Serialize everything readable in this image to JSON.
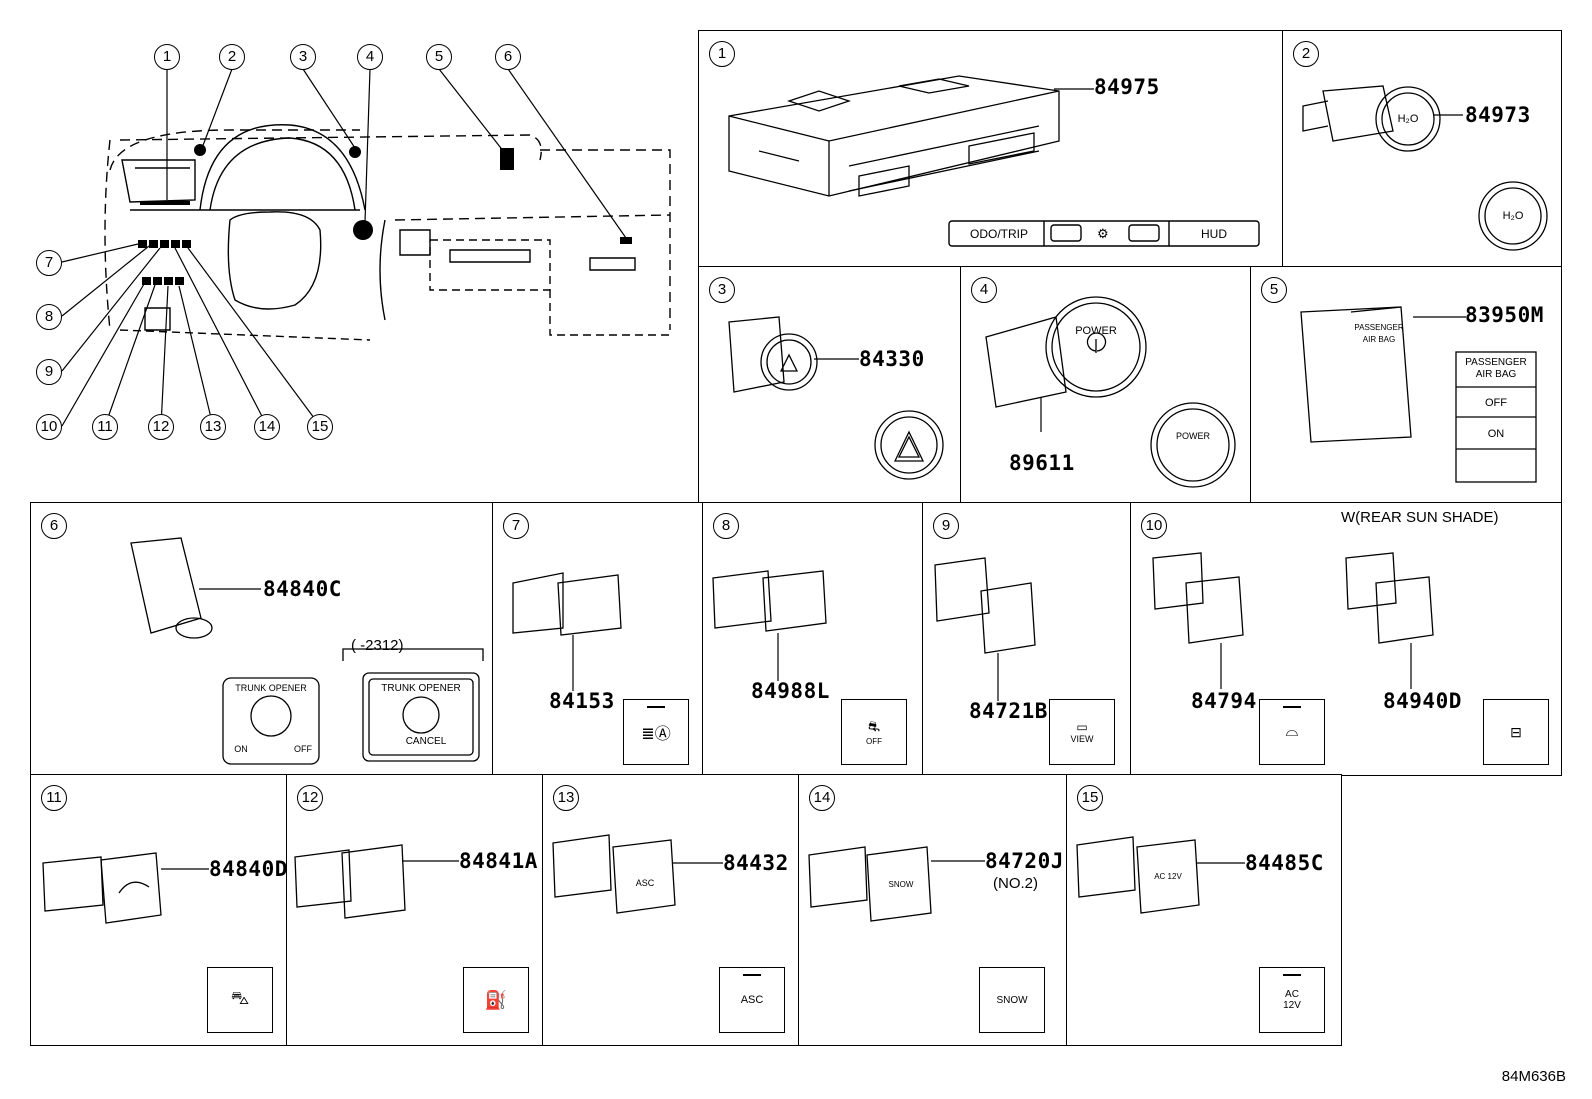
{
  "diagram_code": "84M636B",
  "overview": {
    "callouts": [
      "1",
      "2",
      "3",
      "4",
      "5",
      "6",
      "7",
      "8",
      "9",
      "10",
      "11",
      "12",
      "13",
      "14",
      "15"
    ]
  },
  "panels": [
    {
      "id": "1",
      "part": "84975",
      "buttons": [
        "ODO/TRIP",
        "HUD"
      ]
    },
    {
      "id": "2",
      "part": "84973",
      "label": "H₂O"
    },
    {
      "id": "3",
      "part": "84330"
    },
    {
      "id": "4",
      "part": "89611",
      "label": "POWER"
    },
    {
      "id": "5",
      "part": "83950M",
      "labels": [
        "PASSENGER AIR BAG",
        "OFF",
        "ON"
      ]
    },
    {
      "id": "6",
      "part": "84840C",
      "label": "TRUNK OPENER",
      "on": "ON",
      "off": "OFF",
      "note": "(      -2312)",
      "cancel": "CANCEL"
    },
    {
      "id": "7",
      "part": "84153"
    },
    {
      "id": "8",
      "part": "84988L",
      "label": "OFF"
    },
    {
      "id": "9",
      "part": "84721B",
      "label": "VIEW"
    },
    {
      "id": "10",
      "part": "84794",
      "part2": "84940D",
      "note": "W(REAR SUN SHADE)"
    },
    {
      "id": "11",
      "part": "84840D"
    },
    {
      "id": "12",
      "part": "84841A"
    },
    {
      "id": "13",
      "part": "84432",
      "label": "ASC"
    },
    {
      "id": "14",
      "part": "84720J",
      "sub": "(NO.2)",
      "label": "SNOW"
    },
    {
      "id": "15",
      "part": "84485C",
      "label": "AC 12V"
    }
  ]
}
